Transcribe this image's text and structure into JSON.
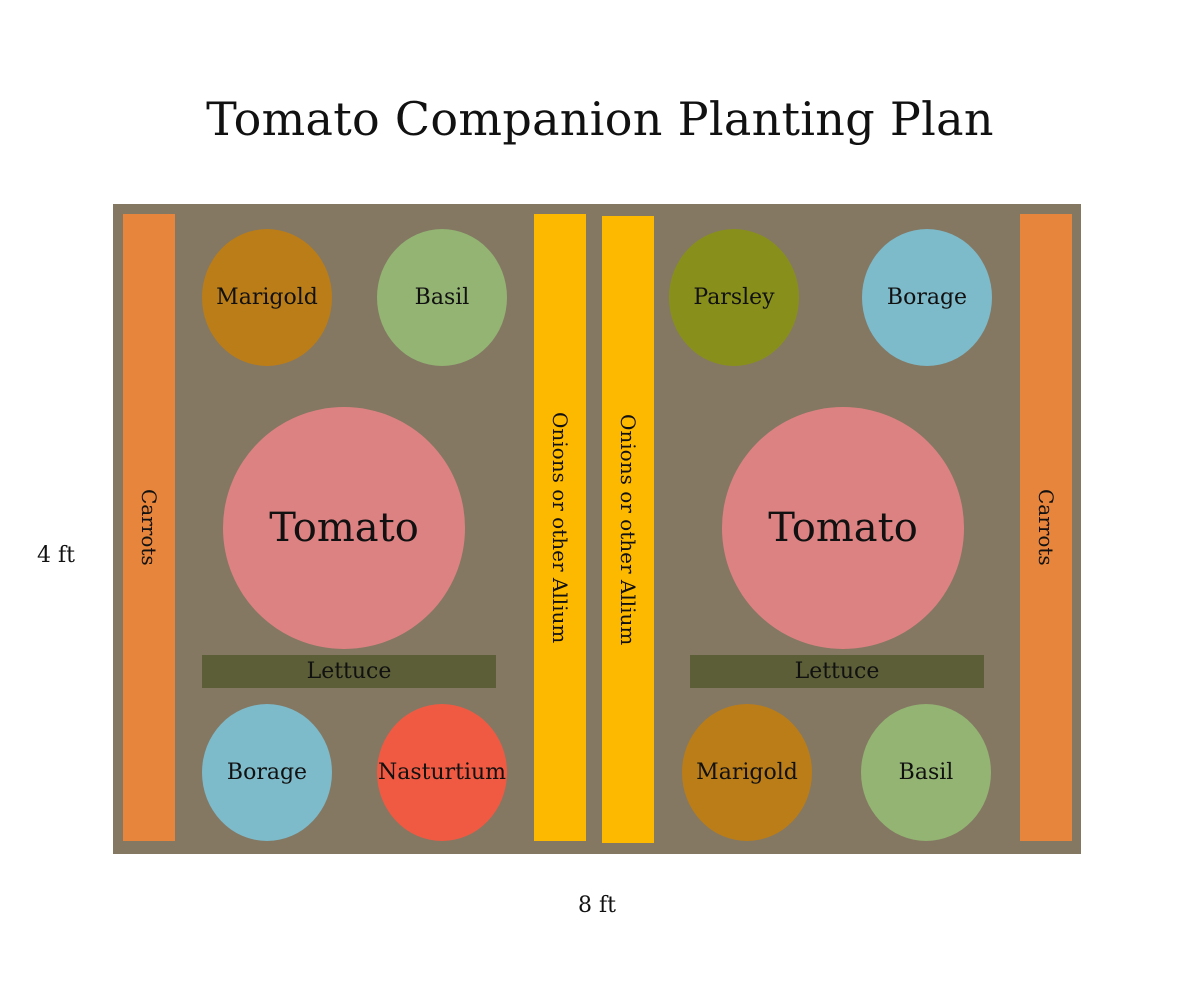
{
  "title": "Tomato Companion Planting Plan",
  "dimensions": {
    "height": "4 ft",
    "width": "8 ft"
  },
  "colors": {
    "bed": "#847863",
    "carrots": "#E6853B",
    "allium": "#FDB800",
    "tomato": "#DD8282",
    "marigold": "#BB7D17",
    "basil": "#93B473",
    "parsley": "#88901B",
    "borage": "#7DBACA",
    "nasturtium": "#F05A42",
    "lettuce": "#5B5E36"
  },
  "left_half": {
    "carrots": "Carrots",
    "allium": "Onions or other Allium",
    "top_left": "Marigold",
    "top_right": "Basil",
    "center": "Tomato",
    "row": "Lettuce",
    "bottom_left": "Borage",
    "bottom_right": "Nasturtium"
  },
  "right_half": {
    "carrots": "Carrots",
    "allium": "Onions or other Allium",
    "top_left": "Parsley",
    "top_right": "Borage",
    "center": "Tomato",
    "row": "Lettuce",
    "bottom_left": "Marigold",
    "bottom_right": "Basil"
  }
}
